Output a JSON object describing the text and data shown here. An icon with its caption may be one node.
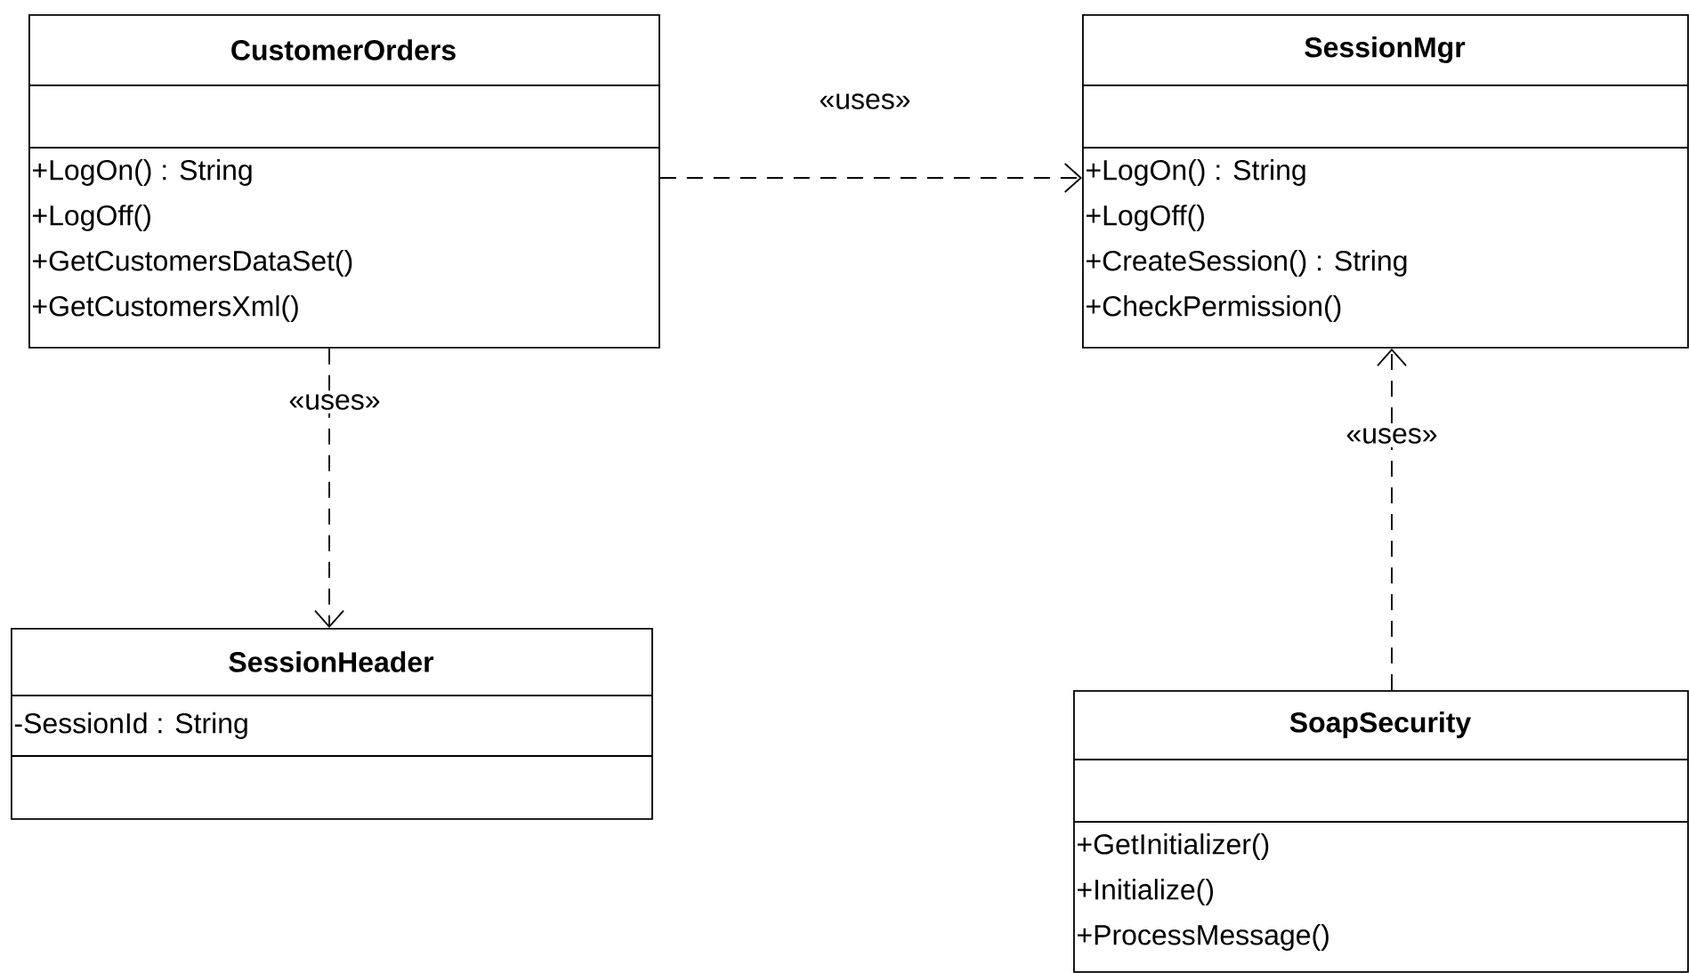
{
  "diagram": {
    "nodes": [
      {
        "text": [
          "CustomerOrders",
          "+LogOn() : String",
          "+LogOff()",
          "+GetCustomersDataSet()",
          "+GetCustomersXml()"
        ]
      },
      {
        "text": [
          "SessionMgr",
          "+LogOn() : String",
          "+LogOff()",
          "+CreateSession() : String",
          "+CheckPermission()"
        ]
      },
      {
        "text": [
          "SessionHeader",
          "-SessionId : String"
        ]
      },
      {
        "text": [
          "SoapSecurity",
          "+GetInitializer()",
          "+Initialize()",
          "+ProcessMessage()"
        ]
      }
    ],
    "edges": [
      {
        "from": 0,
        "to": 1,
        "arrow": "to",
        "style": "dashed",
        "label": "«uses»"
      },
      {
        "from": 0,
        "to": 2,
        "arrow": "to",
        "style": "dashed",
        "label": "«uses»"
      },
      {
        "from": 3,
        "to": 1,
        "arrow": "to",
        "style": "dashed",
        "label": "«uses»"
      }
    ]
  }
}
